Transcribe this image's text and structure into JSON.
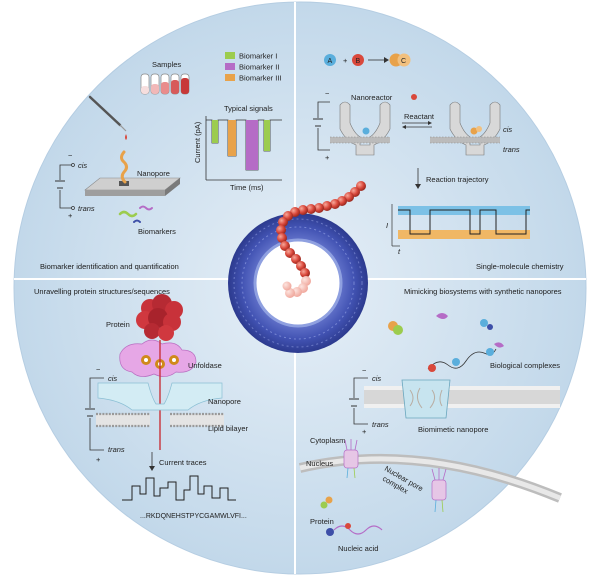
{
  "quadrants": {
    "top_left": {
      "section_label": "Biomarker identification and quantification",
      "samples_label": "Samples",
      "legend": [
        {
          "label": "Biomarker I",
          "color": "#9ccc4e"
        },
        {
          "label": "Biomarker II",
          "color": "#b56cc6"
        },
        {
          "label": "Biomarker III",
          "color": "#e8a24a"
        }
      ],
      "signals_title": "Typical signals",
      "signals_ylabel": "Current (pA)",
      "signals_xlabel": "Time (ms)",
      "cis_label": "cis",
      "trans_label": "trans",
      "nanopore_label": "Nanopore",
      "biomarkers_label": "Biomarkers",
      "minus": "−",
      "plus": "+"
    },
    "top_right": {
      "section_label": "Single-molecule chemistry",
      "reaction": {
        "a": "A",
        "b": "B",
        "c": "C",
        "plus": "+"
      },
      "nanoreactor_label": "Nanoreactor",
      "reactant_label": "Reactant",
      "cis_label": "cis",
      "trans_label": "trans",
      "trajectory_label": "Reaction trajectory",
      "axis_i": "I",
      "axis_t": "t",
      "minus": "−",
      "plus": "+"
    },
    "bottom_left": {
      "section_label": "Unravelling protein structures/sequences",
      "protein_label": "Protein",
      "unfoldase_label": "Unfoldase",
      "nanopore_label": "Nanopore",
      "lipid_label": "Lipid bilayer",
      "cis_label": "cis",
      "trans_label": "trans",
      "traces_label": "Current traces",
      "sequence": "...RKDQNEHSTPYCGAMWLVFI...",
      "minus": "−",
      "plus": "+"
    },
    "bottom_right": {
      "section_label": "Mimicking biosystems with synthetic nanopores",
      "complexes_label": "Biological complexes",
      "cis_label": "cis",
      "trans_label": "trans",
      "biomimetic_label": "Biomimetic nanopore",
      "cytoplasm_label": "Cytoplasm",
      "nucleus_label": "Nucleus",
      "npc_label_1": "Nuclear pore",
      "npc_label_2": "complex",
      "protein_label": "Protein",
      "nucleic_label": "Nucleic acid",
      "minus": "−",
      "plus": "+"
    }
  },
  "colors": {
    "disc": "#cfe1ef",
    "ring": "#3d4fa8",
    "bead": "#d9483b",
    "accent_blue": "#5aaedc",
    "accent_orange": "#e8a24a"
  }
}
